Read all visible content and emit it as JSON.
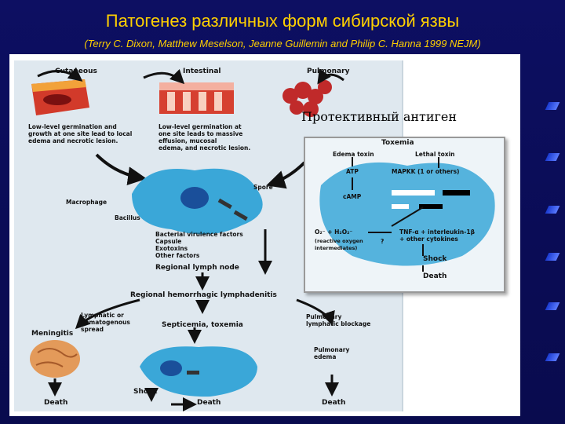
{
  "slide": {
    "title": "Патогенез различных форм сибирской язвы",
    "subtitle": "(Terry C. Dixon, Matthew Meselson, Jeanne Guillemin and Philip C. Hanna 1999 NEJM)",
    "antigen_label": "Протективный антиген"
  },
  "diagram": {
    "routes": [
      {
        "header": "Cutaneous",
        "desc": "Low-level germination and\ngrowth at one site lead to local\nedema and necrotic lesion."
      },
      {
        "header": "Intestinal",
        "desc": "Low-level germination at\none site leads to massive\neffusion, mucosal\nedema, and necrotic lesion."
      },
      {
        "header": "Pulmonary",
        "desc": ""
      }
    ],
    "spore": "Spore",
    "macrophage": "Macrophage",
    "bacillus": "Bacillus",
    "virulence": "Bacterial virulence factors\nCapsule\nExotoxins\nOther factors",
    "lymph_node": "Regional lymph node",
    "lymphadenitis": "Regional hemorrhagic lymphadenitis",
    "lymphatic": "Lymphatic or\nhematogenous\nspread",
    "meningitis": "Meningitis",
    "septicemia": "Septicemia, toxemia",
    "pulm_blockage": "Pulmonary\nlymphatic blockage",
    "pulm_edema": "Pulmonary\nedema",
    "shock": "Shock",
    "death_left": "Death",
    "death_mid": "Death",
    "death_right": "Death"
  },
  "toxemia": {
    "title": "Toxemia",
    "edema_toxin": "Edema toxin",
    "lethal_toxin": "Lethal toxin",
    "atp": "ATP",
    "mapkk": "MAPKK (1 or others)",
    "camp": "cAMP",
    "reactions": "O₂⁻ + H₂O₂⁻",
    "reactive_note": "(reactive oxygen\nintermediates)",
    "cytokines": "TNF-α + interleukin-1β\n+ other cytokines",
    "question": "?",
    "shock": "Shock",
    "death": "Death"
  },
  "colors": {
    "background": "#0b0d5a",
    "title": "#ffd000",
    "cell": "#3aa7d8",
    "tissue": "#d23a2a"
  }
}
